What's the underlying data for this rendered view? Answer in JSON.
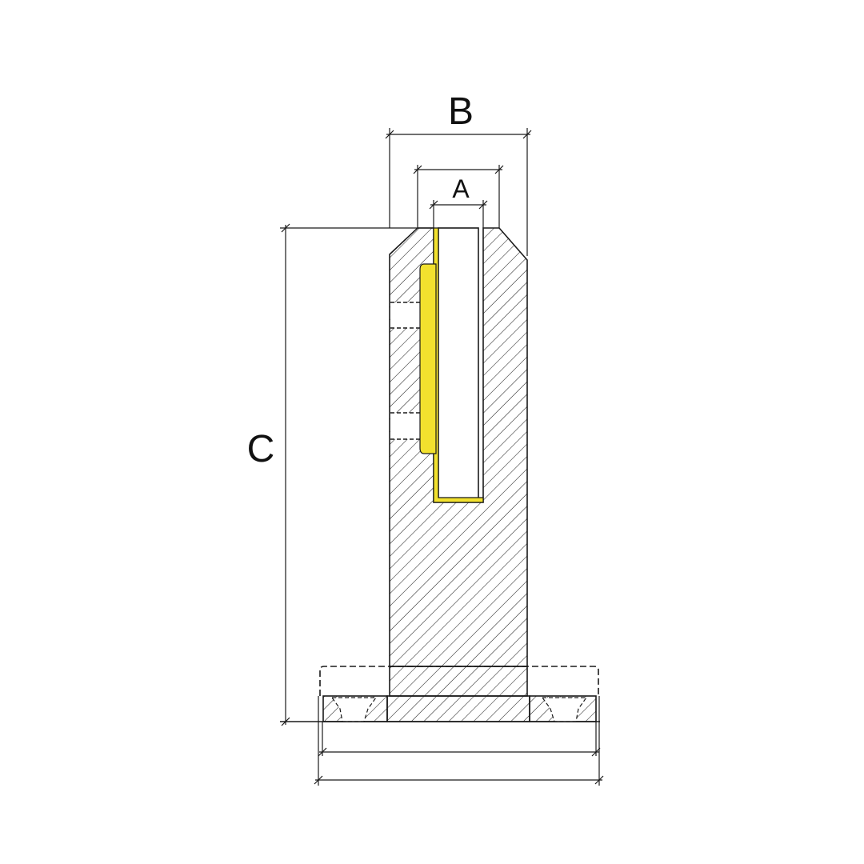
{
  "drawing": {
    "dimensions": {
      "a_label": "A",
      "b_label": "B",
      "c_label": "C"
    },
    "colors": {
      "line": "#1a1a1a",
      "gasket": "#f2e12e",
      "background": "#ffffff"
    }
  }
}
